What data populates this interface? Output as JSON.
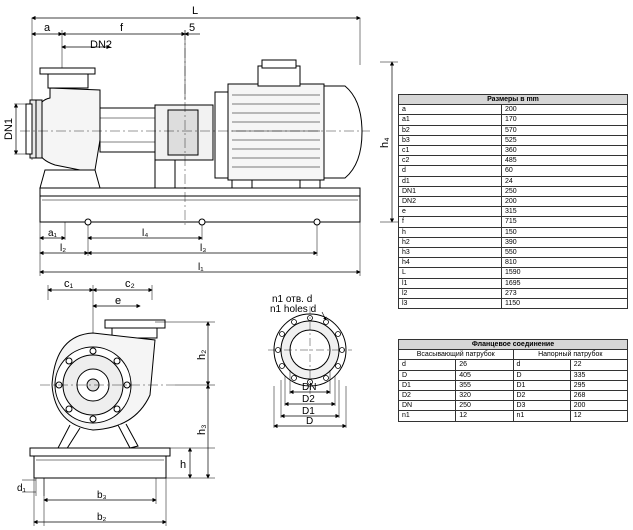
{
  "labels": {
    "L": "L",
    "a": "a",
    "f": "f",
    "five": "5",
    "DN2": "DN2",
    "DN1": "DN1",
    "h4": "h₄",
    "a1": "a₁",
    "l4": "l₄",
    "l2": "l₂",
    "l3": "l₃",
    "l1": "l₁",
    "c1": "c₁",
    "c2": "c₂",
    "e": "e",
    "h2": "h₂",
    "h3": "h₃",
    "h": "h",
    "d1": "d₁",
    "b3": "b₃",
    "b2": "b₂",
    "n1_ru": "n1 отв. d",
    "n1_en": "n1 holes d",
    "DN": "DN",
    "D2": "D2",
    "D1": "D1",
    "D": "D"
  },
  "dimensions_table": {
    "title": "Размеры в mm",
    "rows": [
      [
        "a",
        "200"
      ],
      [
        "a1",
        "170"
      ],
      [
        "b2",
        "570"
      ],
      [
        "b3",
        "525"
      ],
      [
        "c1",
        "360"
      ],
      [
        "c2",
        "485"
      ],
      [
        "d",
        "60"
      ],
      [
        "d1",
        "24"
      ],
      [
        "DN1",
        "250"
      ],
      [
        "DN2",
        "200"
      ],
      [
        "e",
        "315"
      ],
      [
        "f",
        "715"
      ],
      [
        "h",
        "150"
      ],
      [
        "h2",
        "390"
      ],
      [
        "h3",
        "550"
      ],
      [
        "h4",
        "810"
      ],
      [
        "L",
        "1590"
      ],
      [
        "l1",
        "1695"
      ],
      [
        "l2",
        "273"
      ],
      [
        "l3",
        "1150"
      ]
    ]
  },
  "flange_table": {
    "title": "Фланцевое соединение",
    "suction": "Всасывающий патрубок",
    "discharge": "Напорный патрубок",
    "rows": [
      [
        "d",
        "26",
        "d",
        "22"
      ],
      [
        "D",
        "405",
        "D",
        "335"
      ],
      [
        "D1",
        "355",
        "D1",
        "295"
      ],
      [
        "D2",
        "320",
        "D2",
        "268"
      ],
      [
        "DN",
        "250",
        "D3",
        "200"
      ],
      [
        "n1",
        "12",
        "n1",
        "12"
      ]
    ]
  }
}
